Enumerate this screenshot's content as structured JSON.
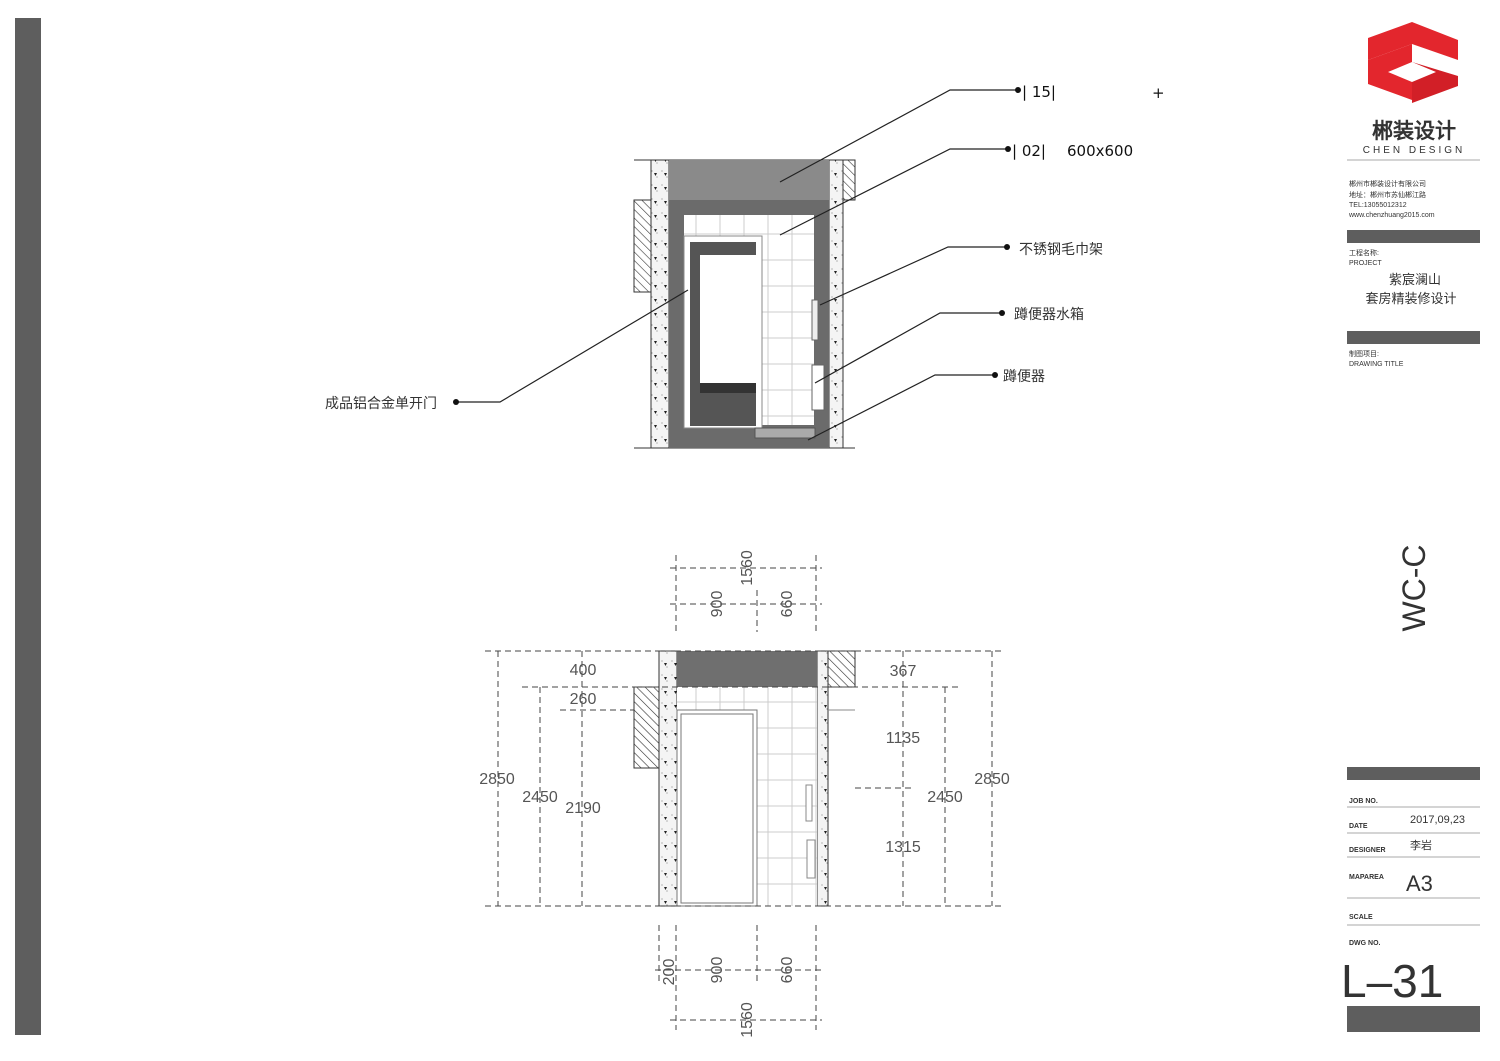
{
  "callouts": {
    "ceiling_code": "| 15|",
    "tile_code": "| 02|",
    "tile_size": "600x600",
    "towel_rack": "不锈钢毛巾架",
    "toilet_tank": "蹲便器水箱",
    "squat_toilet": "蹲便器",
    "door": "成品铝合金单开门",
    "cross_mark": "+"
  },
  "dimensions": {
    "top_total": "1560",
    "top_left": "900",
    "top_right": "660",
    "left_400": "400",
    "left_260": "260",
    "left_2850": "2850",
    "left_2450": "2450",
    "left_2190": "2190",
    "right_367": "367",
    "right_1135": "1135",
    "right_1315": "1315",
    "right_2450": "2450",
    "right_2850": "2850",
    "bottom_200": "200",
    "bottom_left": "900",
    "bottom_right": "660",
    "bottom_total": "1560"
  },
  "title_block": {
    "brand_cn": "郴装设计",
    "brand_en": "CHEN DESIGN",
    "company": "郴州市郴装设计有限公司",
    "address": "地址：郴州市苏仙郴江路",
    "tel": "TEL:13055012312",
    "website": "www.chenzhuang2015.com",
    "project_label_cn": "工程名称:",
    "project_label_en": "PROJECT",
    "project_line1": "紫宸澜山",
    "project_line2": "套房精装修设计",
    "drawing_title_cn": "制图项目:",
    "drawing_title_en": "DRAWING TITLE",
    "drawing_name": "WC-C",
    "job_no_label": "JOB NO.",
    "date_label": "DATE",
    "date": "2017,09,23",
    "designer_label": "DESIGNER",
    "designer": "李岩",
    "maparea_label": "MAPAREA",
    "maparea": "A3",
    "scale_label": "SCALE",
    "dwg_no_label": "DWG NO.",
    "dwg_no": "L–31",
    "colon": ":",
    "logo_color": "#e3262d",
    "bar_color": "#5e5e5e"
  }
}
